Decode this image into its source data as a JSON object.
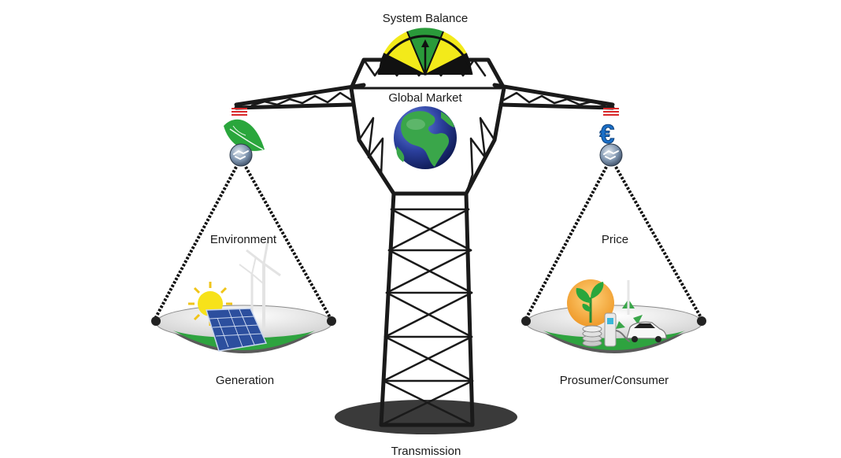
{
  "labels": {
    "system_balance": "System Balance",
    "global_market": "Global Market",
    "environment": "Environment",
    "price": "Price",
    "generation": "Generation",
    "prosumer_consumer": "Prosumer/Consumer",
    "transmission": "Transmission"
  },
  "gauge": {
    "segments": [
      "black",
      "yellow",
      "green",
      "yellow",
      "black"
    ],
    "needle_position": "center"
  },
  "colors": {
    "gauge_yellow": "#f3ea1a",
    "gauge_green": "#2a9a3a",
    "leaf_green": "#2aa63c",
    "euro_blue": "#1b6fc7",
    "grass_green": "#2ea33f",
    "ocean_blue": "#2b3f9c",
    "land_green": "#3aa64a",
    "sun_yellow": "#f7e21a",
    "solar_panel_blue": "#2c4f9e",
    "orange_disc": "#f2a33a"
  },
  "icons": {
    "left_symbol": "leaf-icon",
    "right_symbol": "euro-icon",
    "connector": "handshake-icon",
    "center": "globe-icon",
    "left_pan": [
      "sun-icon",
      "solar-panel-icon",
      "wind-turbine-icon"
    ],
    "right_pan": [
      "plant-icon",
      "coin-stack-icon",
      "ev-charger-icon",
      "recycle-icon",
      "car-icon"
    ]
  }
}
